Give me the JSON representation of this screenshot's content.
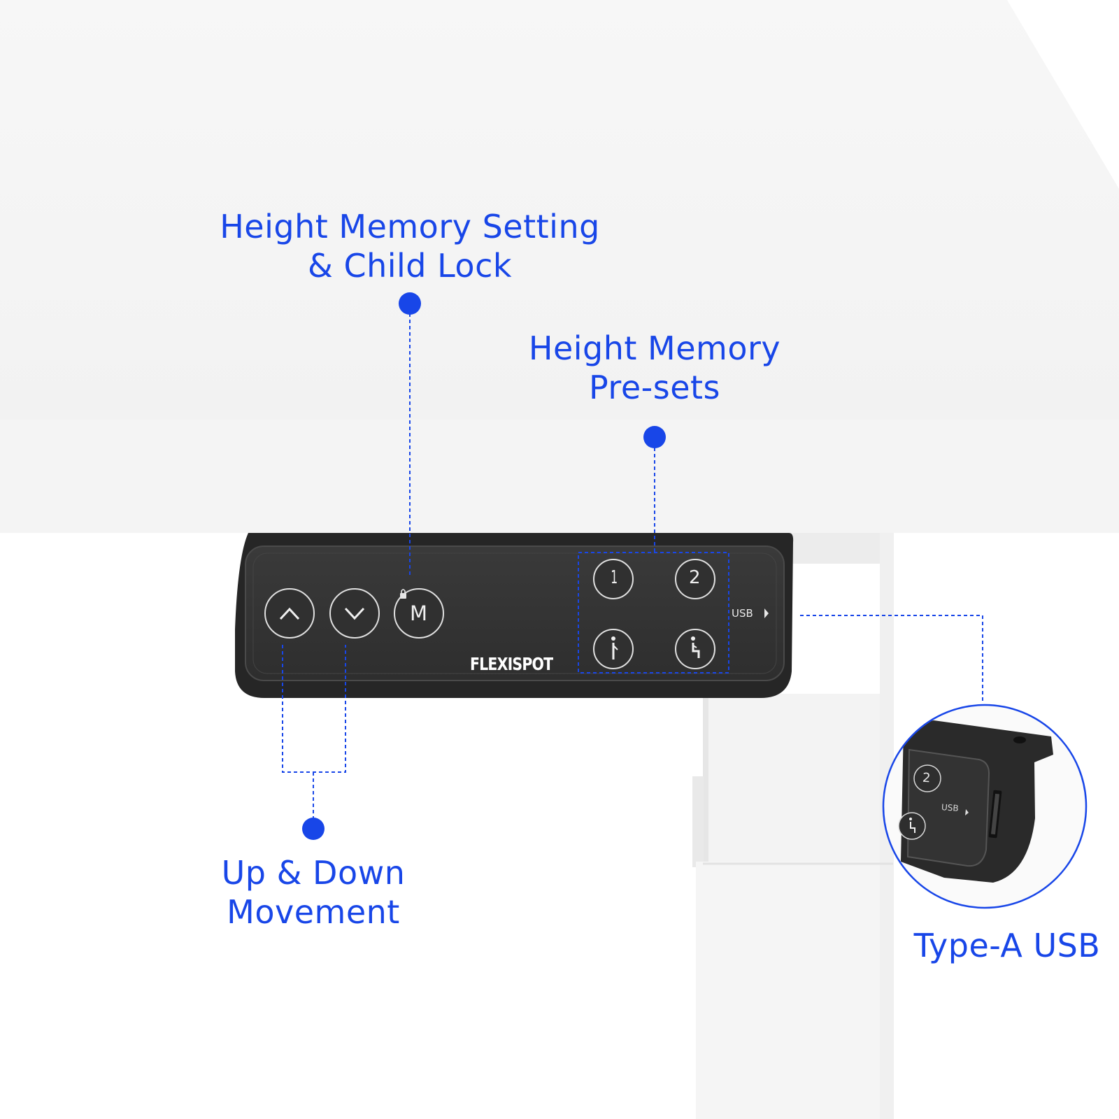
{
  "callouts": {
    "memory_setting": {
      "line1": "Height Memory Setting",
      "line2": "& Child Lock"
    },
    "presets": {
      "line1": "Height Memory",
      "line2": "Pre-sets"
    },
    "up_down": {
      "line1": "Up & Down",
      "line2": "Movement"
    },
    "usb": {
      "line1": "Type-A USB"
    }
  },
  "controller": {
    "brand": "FLEXISPOT",
    "usb_label": "USB",
    "buttons": {
      "up": "up-arrow-icon",
      "down": "down-arrow-icon",
      "memory": "M",
      "preset_1": "1",
      "preset_2": "2",
      "standing": "standing-person-icon",
      "sitting": "sitting-person-icon"
    }
  },
  "zoom": {
    "preset_2": "2",
    "usb_label": "USB"
  },
  "colors": {
    "accent": "#1846e8",
    "panel": "#333333",
    "desk": "#f3f3f3"
  }
}
